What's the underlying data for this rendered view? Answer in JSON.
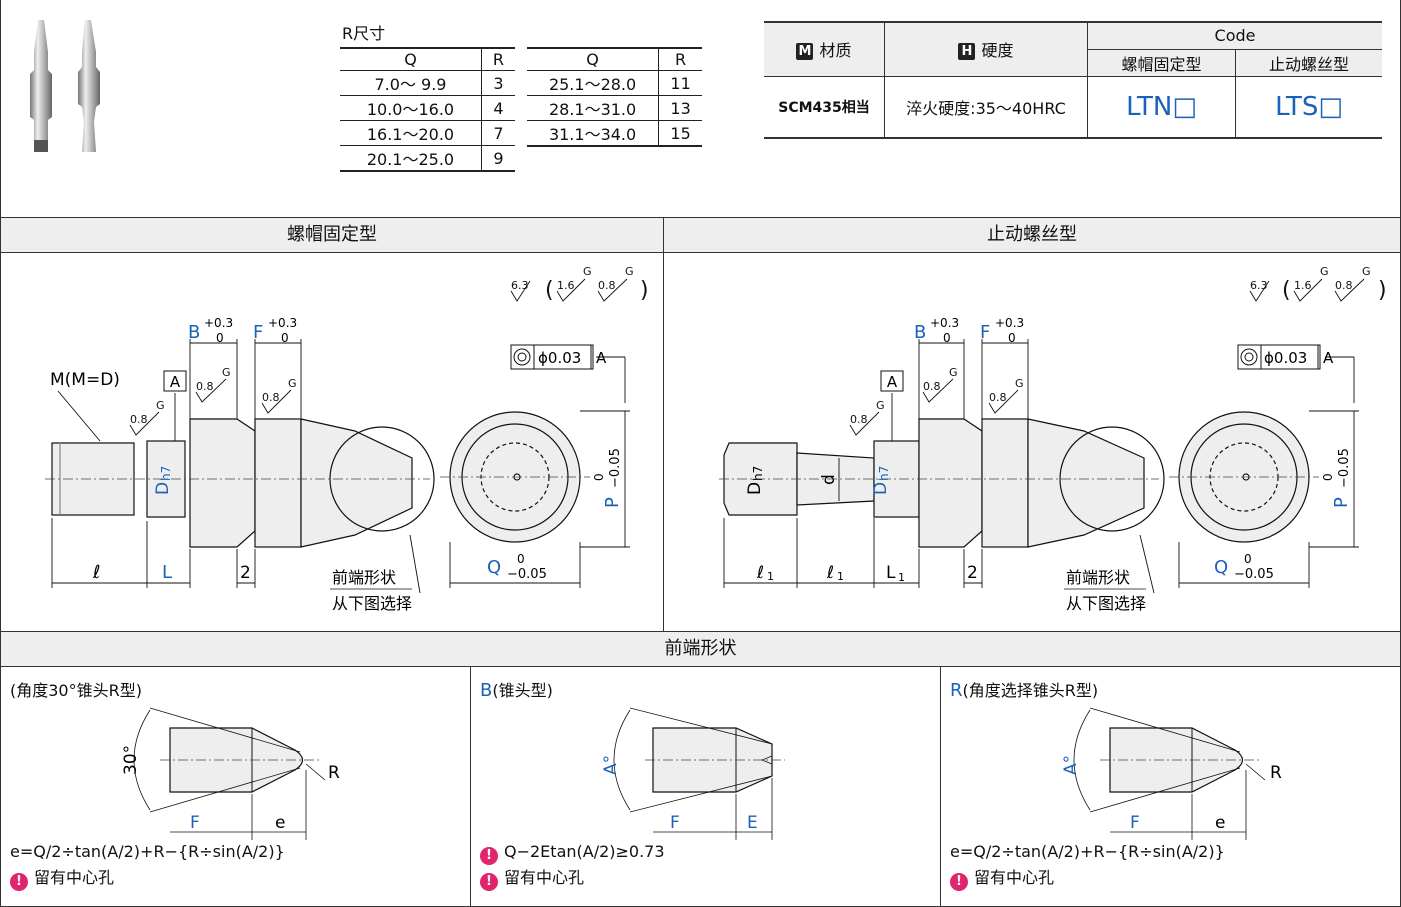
{
  "r_table": {
    "title": "R尺寸",
    "headers": [
      "Q",
      "R",
      "Q",
      "R"
    ],
    "left_rows": [
      [
        "7.0～ 9.9",
        "3"
      ],
      [
        "10.0～16.0",
        "4"
      ],
      [
        "16.1～20.0",
        "7"
      ],
      [
        "20.1～25.0",
        "9"
      ]
    ],
    "right_rows": [
      [
        "25.1～28.0",
        "11"
      ],
      [
        "28.1～31.0",
        "13"
      ],
      [
        "31.1～34.0",
        "15"
      ]
    ]
  },
  "code_table": {
    "material_icon": "M",
    "material_label": "材质",
    "hardness_icon": "H",
    "hardness_label": "硬度",
    "code_label": "Code",
    "type_nut": "螺帽固定型",
    "type_screw": "止动螺丝型",
    "material_value": "SCM435相当",
    "hardness_value": "淬火硬度:35～40HRC",
    "code_nut": "LTN□",
    "code_screw": "LTS□"
  },
  "sections": {
    "nut_title": "螺帽固定型",
    "screw_title": "止动螺丝型",
    "tip_title": "前端形状"
  },
  "drawing": {
    "thread_label": "M(M=D)",
    "datum": "A",
    "tolerance": "ϕ0.03",
    "B_label": "B",
    "F_label": "F",
    "plus03": "+0.3",
    "zero": "0",
    "D_label": "D",
    "h7": "h7",
    "d_label": "d",
    "P_label": "P",
    "Q_label": "Q",
    "minus005": "−0.05",
    "L_label": "L",
    "L1_label": "L",
    "ell": "ℓ",
    "sub1": "1",
    "two": "2",
    "G": "G",
    "r16": "1.6",
    "r08": "0.8",
    "r63": "6.3",
    "tip_note_1": "前端形状",
    "tip_note_2": "从下图选择"
  },
  "tips": {
    "t1_title": "(角度30°锥头R型)",
    "t1_angle": "30°",
    "t1_R": "R",
    "t1_F": "F",
    "t1_e": "e",
    "t1_formula": "e=Q/2÷tan(A/2)+R−{R÷sin(A/2)}",
    "t1_note": "留有中心孔",
    "t2_title_letter": "B",
    "t2_title": "(锥头型)",
    "t2_angle": "A°",
    "t2_F": "F",
    "t2_E": "E",
    "t2_formula": "Q−2Etan(A/2)≥0.73",
    "t2_note": "留有中心孔",
    "t3_title_letter": "R",
    "t3_title": "(角度选择锥头R型)",
    "t3_angle": "A°",
    "t3_R": "R",
    "t3_F": "F",
    "t3_e": "e",
    "t3_formula": "e=Q/2÷tan(A/2)+R−{R÷sin(A/2)}",
    "t3_note": "留有中心孔",
    "note_icon": "!"
  },
  "colors": {
    "blue": "#1a62b6",
    "note": "#e0246d",
    "header_bg": "#eeeeee"
  }
}
